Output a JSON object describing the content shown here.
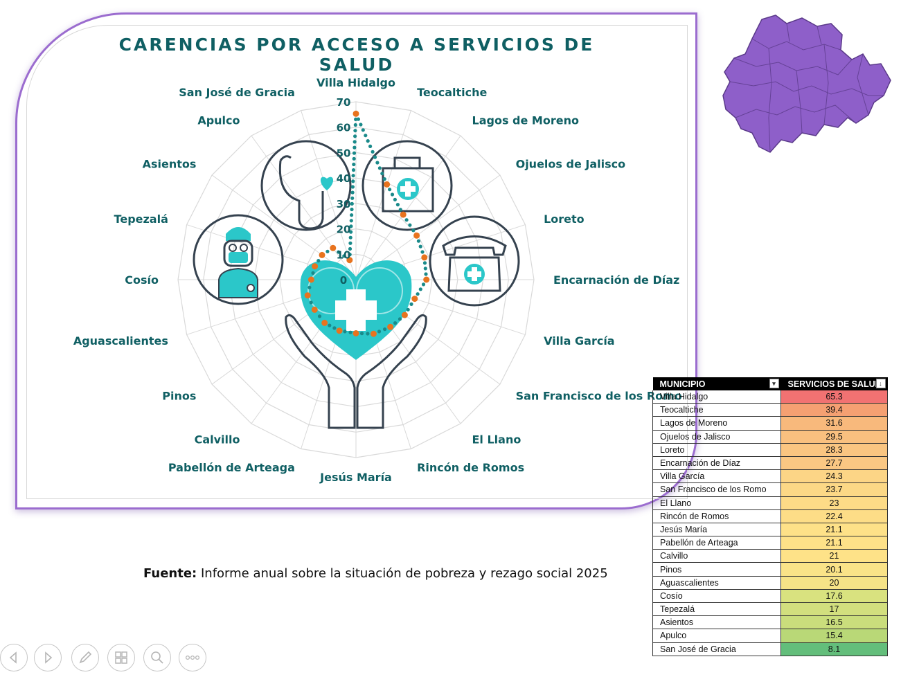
{
  "chart_data": {
    "type": "radar",
    "title": "CARENCIAS POR ACCESO A SERVICIOS DE SALUD",
    "categories": [
      "Villa Hidalgo",
      "Teocaltiche",
      "Lagos de Moreno",
      "Ojuelos de Jalisco",
      "Loreto",
      "Encarnación de Díaz",
      "Villa García",
      "San Francisco de los Romo",
      "El Llano",
      "Rincón de Romos",
      "Jesús María",
      "Pabellón de Arteaga",
      "Calvillo",
      "Pinos",
      "Aguascalientes",
      "Cosío",
      "Tepezalá",
      "Asientos",
      "Apulco",
      "San José de Gracia"
    ],
    "values": [
      65.3,
      39.4,
      31.6,
      29.5,
      28.3,
      27.7,
      24.3,
      23.7,
      23,
      22.4,
      21.1,
      21.1,
      21,
      20.1,
      20,
      17.6,
      17,
      16.5,
      15.4,
      8.1
    ],
    "r_ticks": [
      "0",
      "10",
      "20",
      "30",
      "40",
      "50",
      "60",
      "70"
    ],
    "rlim": [
      0,
      70
    ],
    "grid": true,
    "colors": {
      "point": "#e8731e",
      "line": "#1a8a8a",
      "accent": "#2bc7c9",
      "grid": "#d9d9d9",
      "dark": "#35424f"
    }
  },
  "table": {
    "headers": [
      "MUNICIPIO",
      "SERVICIOS DE SALUD"
    ],
    "rows": [
      {
        "m": "Villa Hidalgo",
        "v": "65.3",
        "color": "#f17272"
      },
      {
        "m": "Teocaltiche",
        "v": "39.4",
        "color": "#f5a072"
      },
      {
        "m": "Lagos de Moreno",
        "v": "31.6",
        "color": "#f8b97c"
      },
      {
        "m": "Ojuelos de Jalisco",
        "v": "29.5",
        "color": "#f9c07f"
      },
      {
        "m": "Loreto",
        "v": "28.3",
        "color": "#fac581"
      },
      {
        "m": "Encarnación de Díaz",
        "v": "27.7",
        "color": "#fac783"
      },
      {
        "m": "Villa García",
        "v": "24.3",
        "color": "#fcd586"
      },
      {
        "m": "San Francisco de los Romo",
        "v": "23.7",
        "color": "#fcd886"
      },
      {
        "m": "El Llano",
        "v": "23",
        "color": "#fddb87"
      },
      {
        "m": "Rincón de Romos",
        "v": "22.4",
        "color": "#fddd87"
      },
      {
        "m": "Jesús María",
        "v": "21.1",
        "color": "#fee188"
      },
      {
        "m": "Pabellón de Arteaga",
        "v": "21.1",
        "color": "#fee188"
      },
      {
        "m": "Calvillo",
        "v": "21",
        "color": "#fee288"
      },
      {
        "m": "Pinos",
        "v": "20.1",
        "color": "#fae388"
      },
      {
        "m": "Aguascalientes",
        "v": "20",
        "color": "#f6e387"
      },
      {
        "m": "Cosío",
        "v": "17.6",
        "color": "#d9e27f"
      },
      {
        "m": "Tepezalá",
        "v": "17",
        "color": "#d2df7e"
      },
      {
        "m": "Asientos",
        "v": "16.5",
        "color": "#cadd7c"
      },
      {
        "m": "Apulco",
        "v": "15.4",
        "color": "#b9d877"
      },
      {
        "m": "San José de Gracia",
        "v": "8.1",
        "color": "#63be7b"
      }
    ]
  },
  "source": {
    "label": "Fuente:",
    "text": "Informe anual sobre la situación de pobreza y rezago social 2025"
  },
  "map": {
    "fill": "#8e5fc9",
    "stroke": "#5b3a8a"
  },
  "toolbar": [
    "previous-icon",
    "next-icon",
    "pen-icon",
    "slides-icon",
    "zoom-icon",
    "more-icon"
  ]
}
